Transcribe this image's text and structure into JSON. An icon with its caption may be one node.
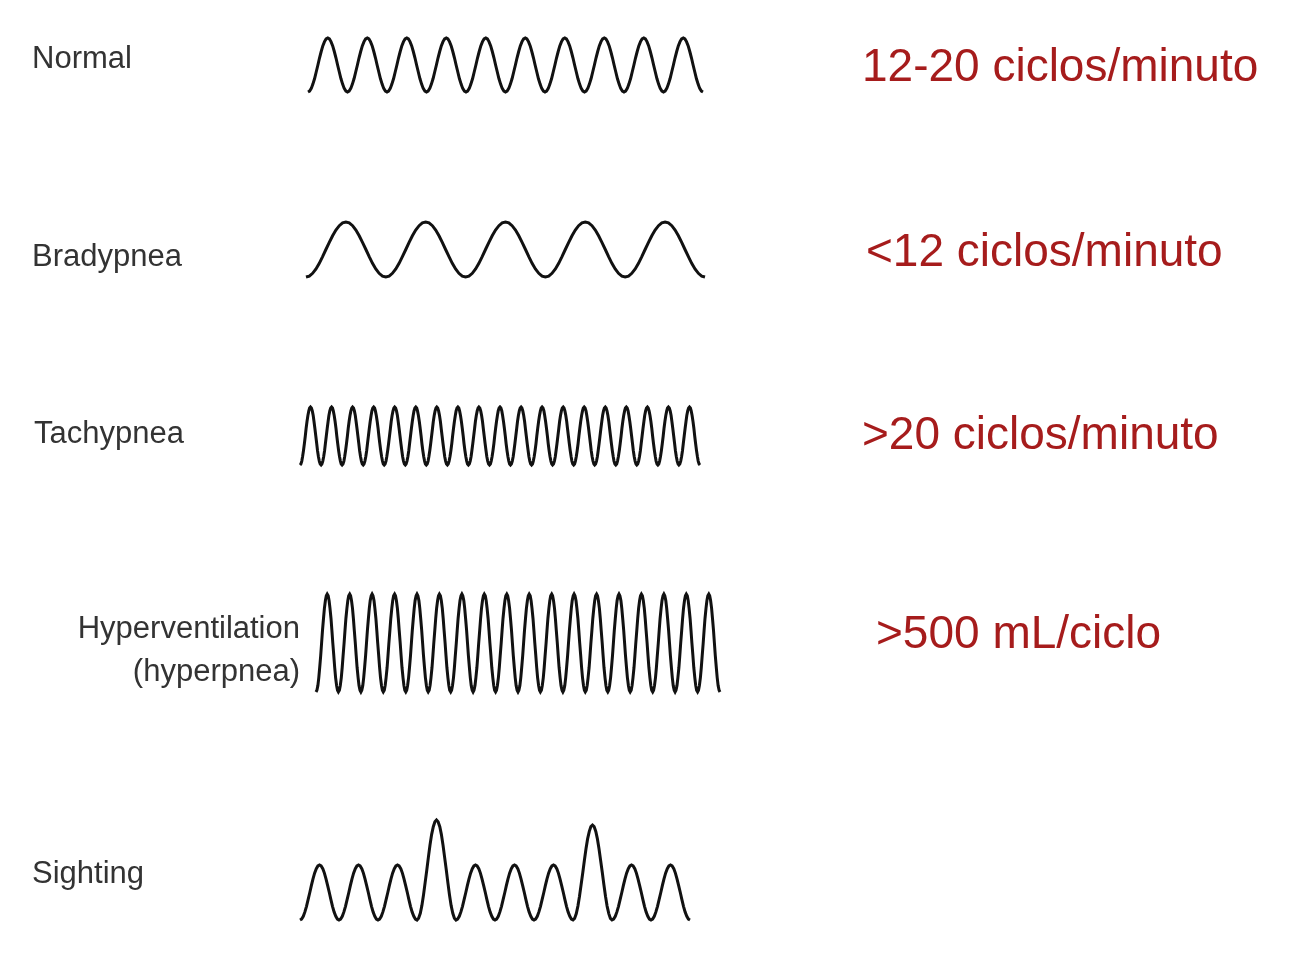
{
  "diagram": {
    "labels": [
      "Normal",
      "12-20 ciclos/minuto",
      "Bradypnea",
      "<12 ciclos/minuto",
      "Tachypnea",
      ">20 ciclos/minuto",
      "Hyperventilation (hyperpnea)",
      ">500 mL/ciclo",
      "Sighting"
    ]
  }
}
